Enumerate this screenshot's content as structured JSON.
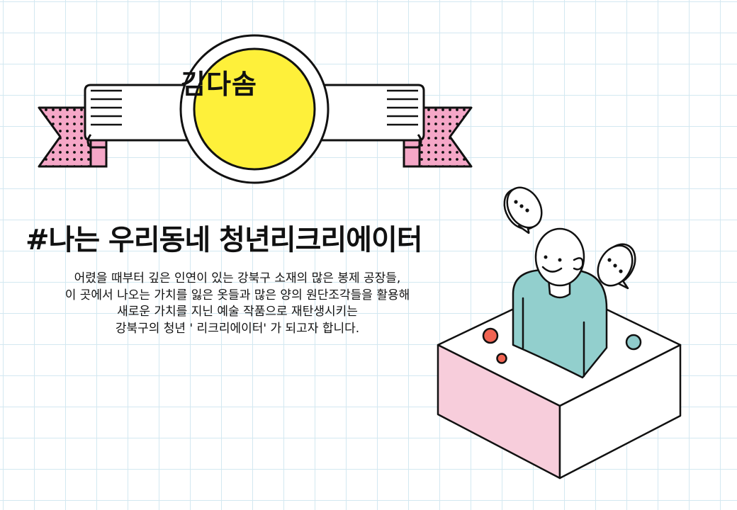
{
  "badge": {
    "name": "김다솜"
  },
  "headline": "#나는 우리동네 청년리크리에이터",
  "description": [
    "어렸을 때부터 깊은 인연이 있는 강북구 소재의 많은 봉제 공장들,",
    "이 곳에서 나오는 가치를 잃은 옷들과 많은 양의 원단조각들을 활용해",
    "새로운 가치를 지닌 예술 작품으로 재탄생시키는",
    "강북구의 청년 ' 리크리에이터' 가 되고자 합니다."
  ],
  "colors": {
    "grid": "#d3e8f1",
    "badge_yellow": "#fef03a",
    "ribbon_pink": "#f5a7c7",
    "shirt_teal": "#92cfcd",
    "box_pink": "#f7cddb",
    "dot_red": "#f16453",
    "dot_teal": "#8fcbcb"
  }
}
